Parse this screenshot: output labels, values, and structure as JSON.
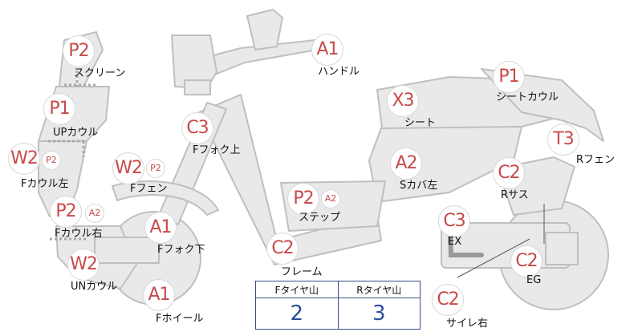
{
  "colors": {
    "badge_text": "#c84a4a",
    "table_border": "#3a4e86",
    "table_value": "#2c4d9e",
    "body_fill": "#e9e9e9",
    "outline": "#bfbfbf"
  },
  "parts": {
    "screen": {
      "codes": [
        "P2"
      ],
      "name": "スクリーン"
    },
    "up_cowl": {
      "codes": [
        "P1"
      ],
      "name": "UPカウル"
    },
    "f_cowl_l": {
      "codes": [
        "W2",
        "P2"
      ],
      "name": "Fカウル左"
    },
    "f_cowl_r": {
      "codes": [
        "P2",
        "A2"
      ],
      "name": "Fカウル右"
    },
    "un_cowl": {
      "codes": [
        "W2"
      ],
      "name": "UNカウル"
    },
    "f_fender": {
      "codes": [
        "W2",
        "P2"
      ],
      "name": "Fフェン"
    },
    "f_fork_upper": {
      "codes": [
        "C3"
      ],
      "name": "Fフォク上"
    },
    "f_fork_lower": {
      "codes": [
        "A1"
      ],
      "name": "Fフォク下"
    },
    "f_wheel": {
      "codes": [
        "A1"
      ],
      "name": "Fホイール"
    },
    "handle": {
      "codes": [
        "A1"
      ],
      "name": "ハンドル"
    },
    "frame": {
      "codes": [
        "C2"
      ],
      "name": "フレーム"
    },
    "step": {
      "codes": [
        "P2",
        "A2"
      ],
      "name": "ステップ"
    },
    "seat": {
      "codes": [
        "X3"
      ],
      "name": "シート"
    },
    "seat_cowl": {
      "codes": [
        "P1"
      ],
      "name": "シートカウル"
    },
    "s_cover_l": {
      "codes": [
        "A2"
      ],
      "name": "Sカバ左"
    },
    "r_fender": {
      "codes": [
        "T3"
      ],
      "name": "Rフェン"
    },
    "r_sus": {
      "codes": [
        "C2"
      ],
      "name": "Rサス"
    },
    "ex": {
      "codes": [
        "C3"
      ],
      "name": "EX"
    },
    "eg": {
      "codes": [
        "C2"
      ],
      "name": "EG"
    },
    "silencer_r": {
      "codes": [
        "C2"
      ],
      "name": "サイレ右"
    }
  },
  "tire_table": {
    "headers": [
      "Fタイヤ山",
      "Rタイヤ山"
    ],
    "values": [
      2,
      3
    ]
  }
}
